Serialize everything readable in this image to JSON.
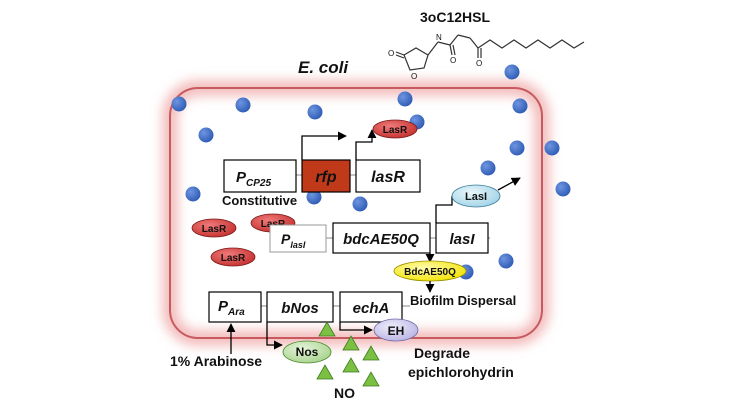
{
  "molecule": {
    "name": "3oC12HSL"
  },
  "cell": {
    "label": "E. coli"
  },
  "constructs": {
    "promoter_cp25": {
      "main": "P",
      "sub": "CP25"
    },
    "rfp": "rfp",
    "lasR_gene": "lasR",
    "constitutive": "Constitutive",
    "promoter_lasI": {
      "main": "P",
      "sub": "lasI"
    },
    "bdcAE50Q_gene": "bdcAE50Q",
    "lasI_gene": "lasI",
    "promoter_ara": {
      "main": "P",
      "sub": "Ara"
    },
    "bNos_gene": "bNos",
    "echA_gene": "echA"
  },
  "proteins": {
    "lasR": "LasR",
    "lasI": "LasI",
    "bdcAE50Q": "BdcAE50Q",
    "eh": "EH",
    "nos": "Nos"
  },
  "annotations": {
    "biofilm_dispersal": "Biofilm Dispersal",
    "arabinose": "1% Arabinose",
    "degrade_line1": "Degrade",
    "degrade_line2": "epichlorohydrin",
    "no": "NO"
  },
  "colors": {
    "signal_dot": "#3f6fc7",
    "membrane": "#c65a5f",
    "rfp_fill": "#c03a1a",
    "lasR_fill": "#d23c3c",
    "lasI_fill": "#bfe2ef",
    "bdc_fill": "#fff21f",
    "eh_fill": "#c7c3ea",
    "nos_fill": "#b7dba0",
    "no_fill": "#7bc043"
  }
}
